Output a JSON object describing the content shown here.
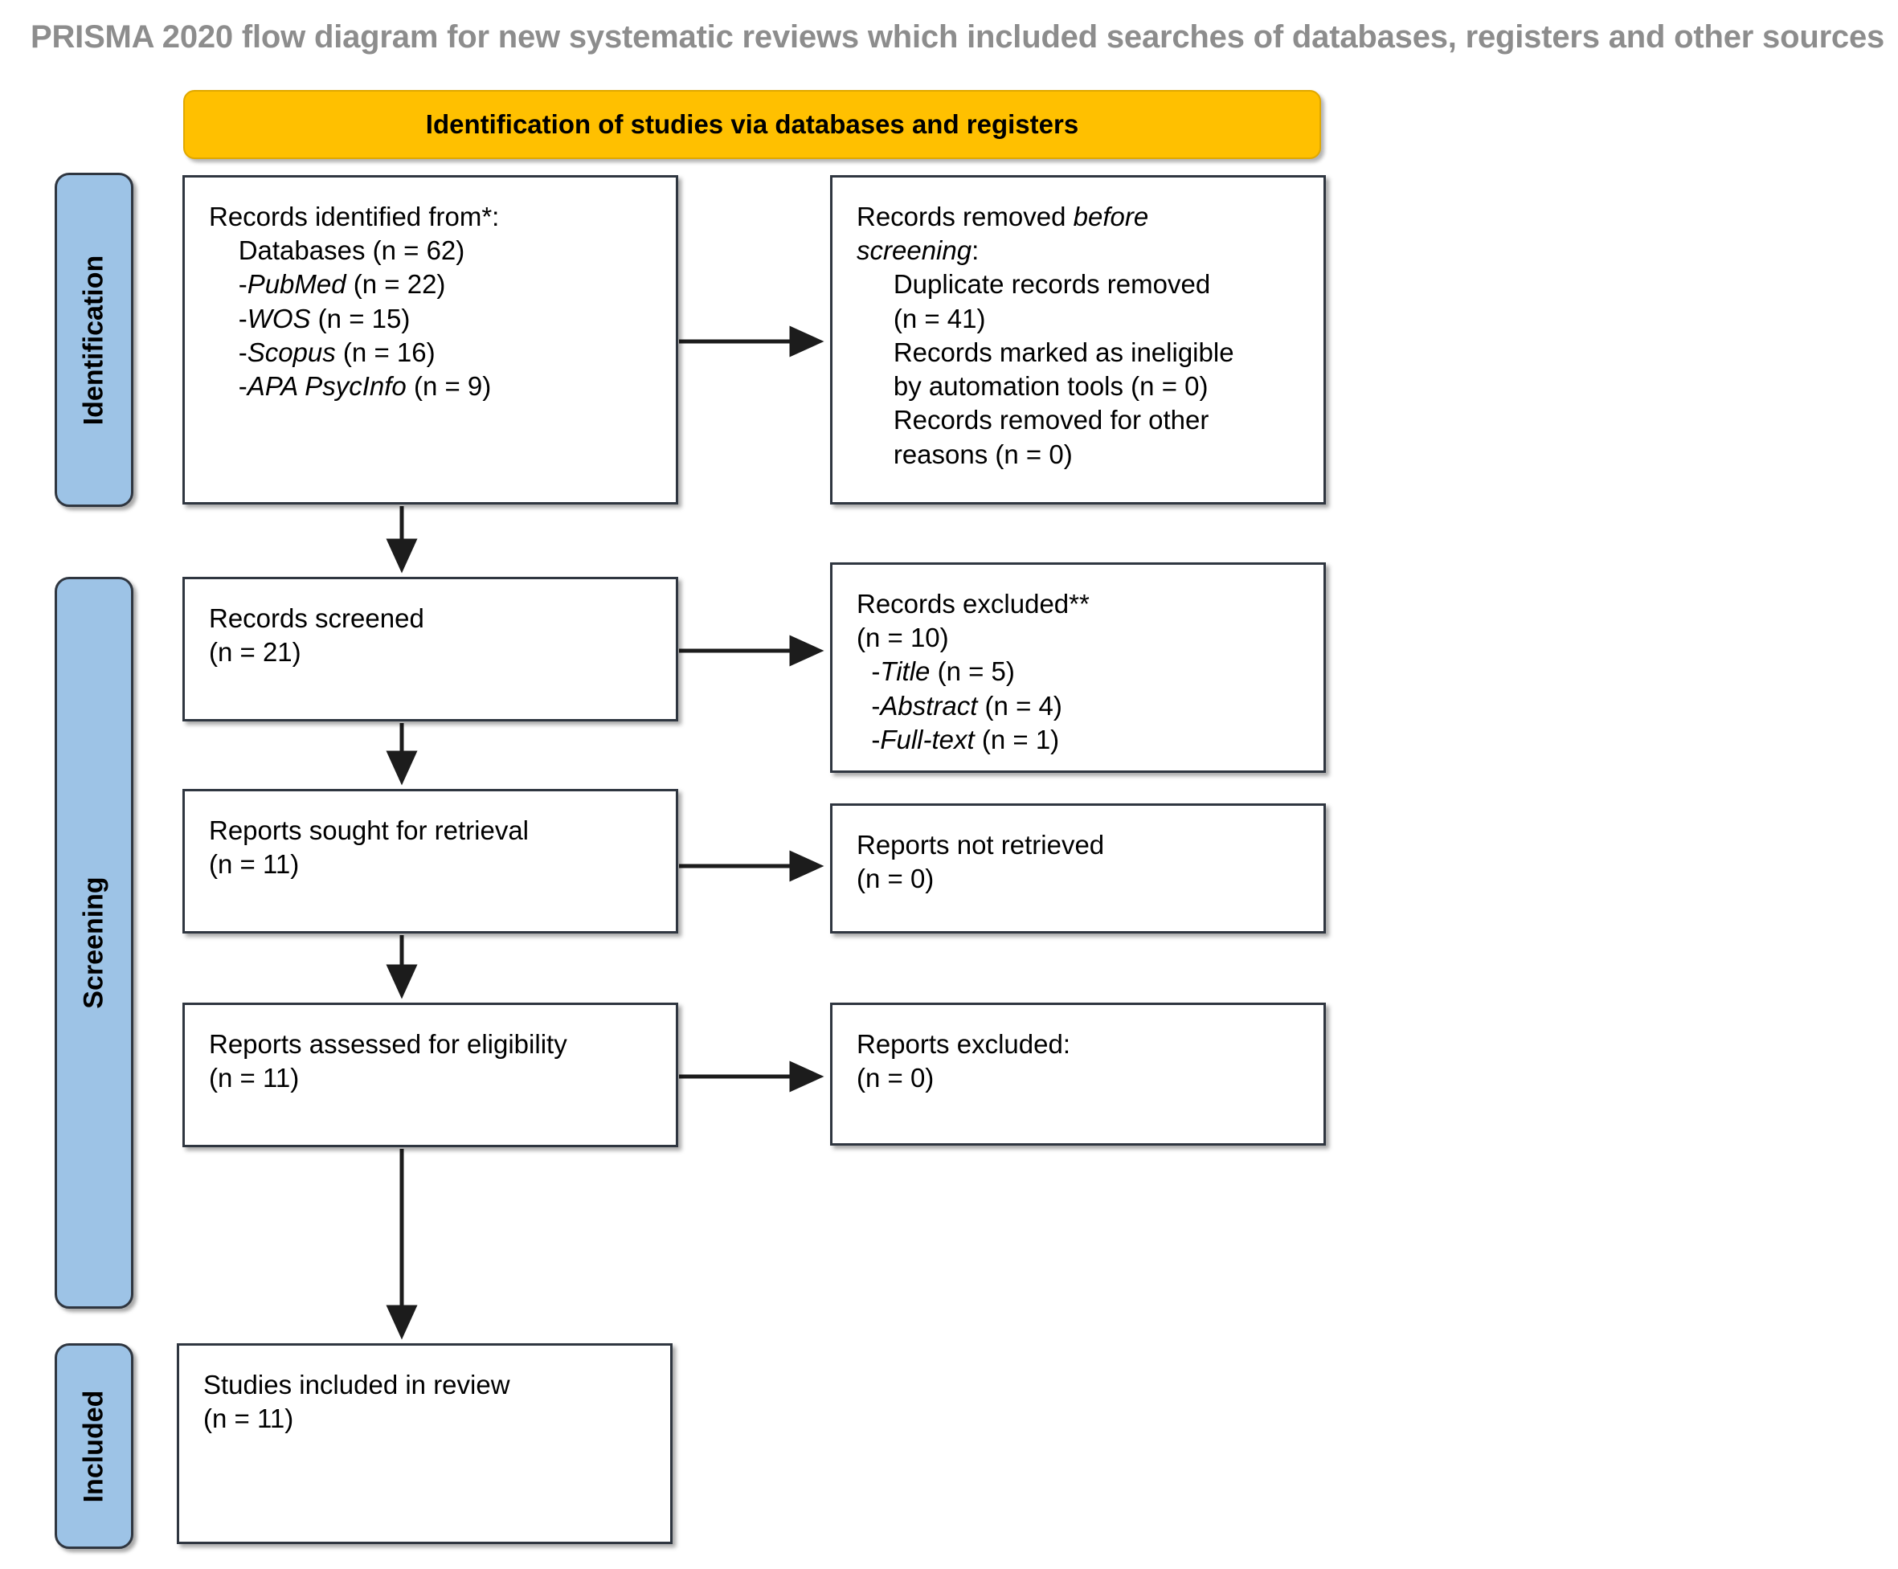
{
  "title": "PRISMA 2020 flow diagram for new systematic reviews which included searches of databases, registers and other sources",
  "colors": {
    "banner": "#FFC000",
    "stage_pill": "#9DC3E6",
    "box_border": "#2f3640",
    "title_text": "#8d8d8d"
  },
  "banner": {
    "label": "Identification of studies via databases and registers"
  },
  "stages": [
    {
      "id": "identification",
      "label": "Identification"
    },
    {
      "id": "screening",
      "label": "Screening"
    },
    {
      "id": "included",
      "label": "Included"
    }
  ],
  "boxes": {
    "records_identified": "Records identified from*:\n    Databases (n = 62)\n    -PubMed (n = 22)\n    -WOS (n = 15)\n    -Scopus (n = 16)\n    -APA PsycInfo (n = 9)",
    "records_removed": "Records removed before\nscreening:\n     Duplicate records removed\n     (n = 41)\n     Records marked as ineligible\n     by automation tools (n = 0)\n     Records removed for other\n     reasons (n = 0)",
    "records_screened": "Records screened\n(n = 21)",
    "records_excluded": "Records excluded**\n(n = 10)\n  -Title (n = 5)\n  -Abstract (n = 4)\n  -Full-text (n = 1)",
    "reports_sought": "Reports sought for retrieval\n(n = 11)",
    "reports_not_retrieved": "Reports not retrieved\n(n = 0)",
    "reports_assessed": "Reports assessed for eligibility\n(n = 11)",
    "reports_excluded": "Reports excluded:\n(n = 0)",
    "studies_included": "Studies included in review\n(n = 11)"
  },
  "chart_data": {
    "type": "diagram",
    "title": "PRISMA 2020 flow diagram for new systematic reviews which included searches of databases, registers and other sources",
    "phase_banner": "Identification of studies via databases and registers",
    "stages": [
      "Identification",
      "Screening",
      "Included"
    ],
    "nodes": [
      {
        "id": "records_identified",
        "stage": "Identification",
        "label": "Records identified from*",
        "total": 62,
        "breakdown": [
          {
            "source": "Databases",
            "n": 62
          },
          {
            "source": "PubMed",
            "n": 22
          },
          {
            "source": "WOS",
            "n": 15
          },
          {
            "source": "Scopus",
            "n": 16
          },
          {
            "source": "APA PsycInfo",
            "n": 9
          }
        ]
      },
      {
        "id": "records_removed",
        "stage": "Identification",
        "label": "Records removed before screening",
        "breakdown": [
          {
            "reason": "Duplicate records removed",
            "n": 41
          },
          {
            "reason": "Records marked as ineligible by automation tools",
            "n": 0
          },
          {
            "reason": "Records removed for other reasons",
            "n": 0
          }
        ]
      },
      {
        "id": "records_screened",
        "stage": "Screening",
        "label": "Records screened",
        "n": 21
      },
      {
        "id": "records_excluded",
        "stage": "Screening",
        "label": "Records excluded**",
        "n": 10,
        "breakdown": [
          {
            "reason": "Title",
            "n": 5
          },
          {
            "reason": "Abstract",
            "n": 4
          },
          {
            "reason": "Full-text",
            "n": 1
          }
        ]
      },
      {
        "id": "reports_sought",
        "stage": "Screening",
        "label": "Reports sought for retrieval",
        "n": 11
      },
      {
        "id": "reports_not_retrieved",
        "stage": "Screening",
        "label": "Reports not retrieved",
        "n": 0
      },
      {
        "id": "reports_assessed",
        "stage": "Screening",
        "label": "Reports assessed for eligibility",
        "n": 11
      },
      {
        "id": "reports_excluded",
        "stage": "Screening",
        "label": "Reports excluded",
        "n": 0
      },
      {
        "id": "studies_included",
        "stage": "Included",
        "label": "Studies included in review",
        "n": 11
      }
    ],
    "edges": [
      {
        "from": "records_identified",
        "to": "records_removed",
        "direction": "right"
      },
      {
        "from": "records_identified",
        "to": "records_screened",
        "direction": "down"
      },
      {
        "from": "records_screened",
        "to": "records_excluded",
        "direction": "right"
      },
      {
        "from": "records_screened",
        "to": "reports_sought",
        "direction": "down"
      },
      {
        "from": "reports_sought",
        "to": "reports_not_retrieved",
        "direction": "right"
      },
      {
        "from": "reports_sought",
        "to": "reports_assessed",
        "direction": "down"
      },
      {
        "from": "reports_assessed",
        "to": "reports_excluded",
        "direction": "right"
      },
      {
        "from": "reports_assessed",
        "to": "studies_included",
        "direction": "down"
      }
    ]
  }
}
